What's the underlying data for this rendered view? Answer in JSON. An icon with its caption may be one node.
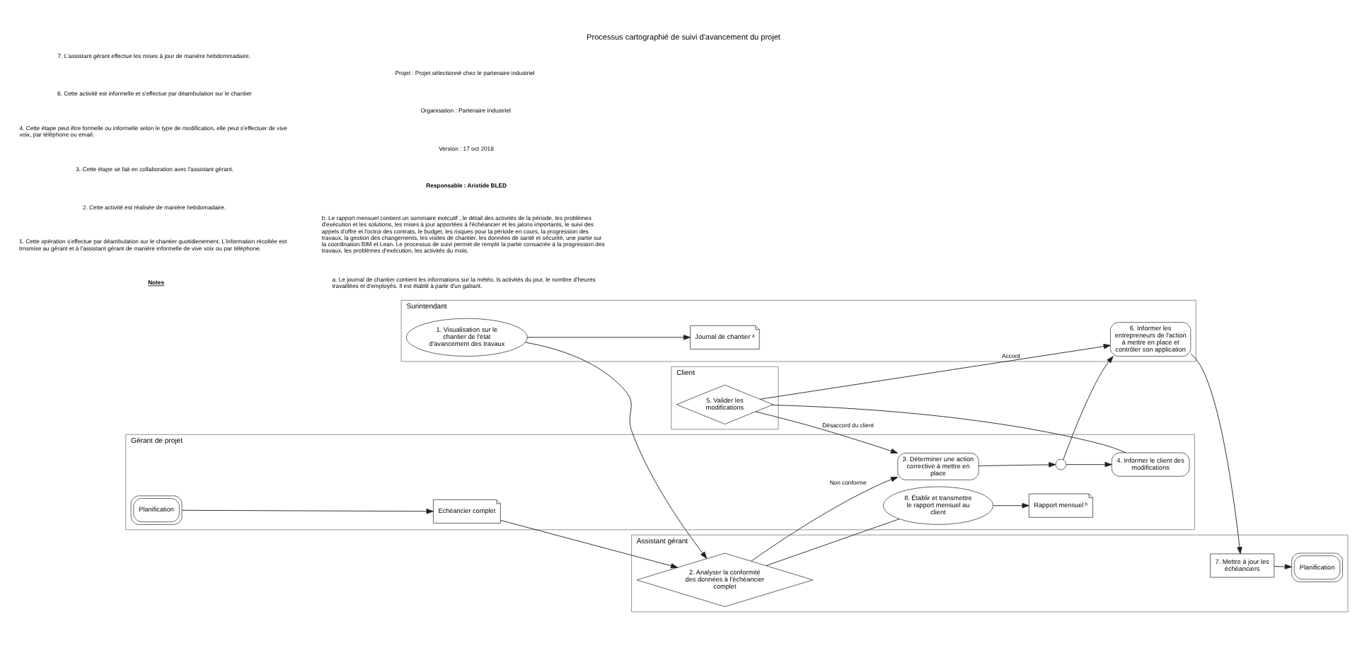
{
  "diagram": {
    "title": "Processus cartographié de suivi d'avancement du projet",
    "nodes": [
      {
        "text": [
          "Client"
        ]
      },
      {
        "text": [
          "5. Valider les modifications"
        ],
        "in": 0
      },
      {
        "text": [
          "Gérant de projet"
        ]
      },
      {
        "text": [
          "Planification"
        ],
        "in": 2
      },
      {
        "text": [
          "Echéancier complet"
        ],
        "in": 2
      },
      {
        "text": [
          "3. Déterminer une action corrective à mettre en place"
        ],
        "in": 2
      },
      {
        "text": [],
        "shape": "circle",
        "in": 2
      },
      {
        "text": [
          "4. Informer le client des modifications"
        ],
        "in": 2
      },
      {
        "text": [
          "8. Établir et transmettre le rapport mensuel au client"
        ],
        "in": 2
      },
      {
        "text": [
          "Rapport mensuel ᵇ"
        ],
        "in": 2
      },
      {
        "text": [
          "Assistant gérant"
        ]
      },
      {
        "text": [
          "2. Analyser la conformité des données à l'échéancier complet"
        ],
        "in": 10
      },
      {
        "text": [
          "7. Mettre à jour les échéanciers"
        ],
        "in": 10
      },
      {
        "text": [
          "Planification"
        ],
        "in": 10
      },
      {
        "text": [
          "Surintendant"
        ]
      },
      {
        "text": [
          "1. Visualisation sur le chantier de l'état d'avancement des travaux"
        ],
        "in": 14
      },
      {
        "text": [
          "Journal de chantier ᵃ"
        ],
        "in": 14
      },
      {
        "text": [
          "6. Informer les entrepreneurs de l'action à mettre en place et contrôler son application"
        ],
        "in": 14
      }
    ],
    "edges": [
      {
        "from": 3,
        "to": 4,
        "arrow": "to"
      },
      {
        "from": 4,
        "to": 11,
        "arrow": "to"
      },
      {
        "from": 11,
        "to": 5,
        "arrow": "to",
        "label": "Non conforme"
      },
      {
        "from": 5,
        "to": 6,
        "arrow": "to"
      },
      {
        "from": 6,
        "to": 7,
        "arrow": "to"
      },
      {
        "from": 7,
        "to": 1,
        "arrow": "none"
      },
      {
        "from": 1,
        "to": 5,
        "arrow": "to",
        "label": "Désaccord du client"
      },
      {
        "from": 1,
        "to": 17,
        "arrow": "to",
        "label": "Accord"
      },
      {
        "from": 6,
        "to": 17,
        "arrow": "to"
      },
      {
        "from": 11,
        "to": 8,
        "arrow": "none"
      },
      {
        "from": 8,
        "to": 9,
        "arrow": "to"
      },
      {
        "from": 15,
        "to": 11,
        "arrow": "to"
      },
      {
        "from": 15,
        "to": 16,
        "arrow": "to"
      },
      {
        "from": 17,
        "to": 12,
        "arrow": "to"
      },
      {
        "from": 12,
        "to": 13,
        "arrow": "to"
      }
    ],
    "labels": [
      "Notes",
      "1. Cette opération s'effectue par déambulation sur le chantier quotidienement. L'information récoltée est trnsmise au gérant et à l'assistant gérant de manière informelle de vive voix ou par téléphone.",
      "2. Cette activité est réalisée de manière hebdomadaire.",
      "3. Cette étape se fait en collaboration avec l'assistant gérant.",
      "4. Cette étape peut être formelle ou informelle selon le type de modification, elle peut s'effectuer de vive voix, par téléphone ou email.",
      "6. Cette activité est informelle et s'effectue par déambulation sur le chantier",
      "7. L'assistant gérant effectue les mises à jour de manière hebdommadaire.",
      "a. Le journal de chantier contient les informations sur la météo, ls activités du jour, le nombre d'heures travaillées et d'employés. Il est établit à partir d'un gabarit.",
      "b. Le rapport mensuel contient un sommaire exécutif , le détail des activités de la période, les problèmes d'exécution et les solutions, les mises à jour apportées à l'échéancier et les jalons importants, le suivi des appels d'offre et l'octroi des contrats, le budget, les risques pour la période en cours, la progression des travaux, la gestion des changements, les visites de chantier, les données de santé et sécurité, une partie sur la coordination BIM et Lean. Le processus de suivi permet de remplir la partie consacrée à la progression des travaux, les problèmes d'exécution, les activités du mois.",
      "Responsable : Aristide BLED",
      "Version : 17 oct 2018",
      "Organisation : Partenaire Industriel",
      "Projet : Projet sélectionné chez le partenaire industriel"
    ]
  }
}
